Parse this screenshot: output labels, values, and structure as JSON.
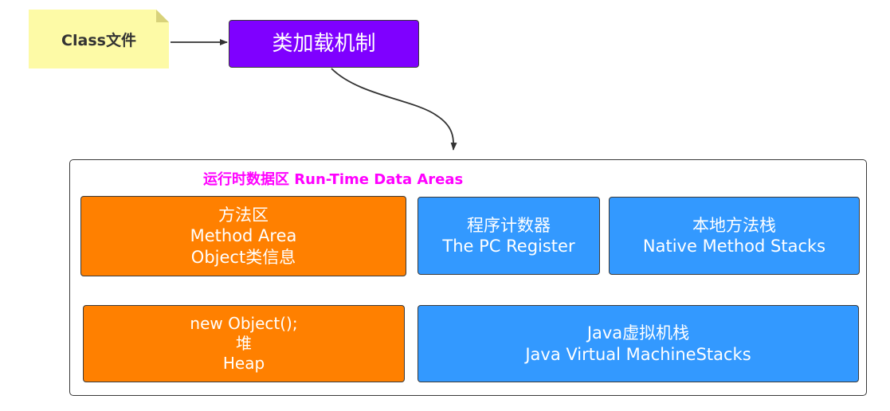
{
  "diagram": {
    "class_file": {
      "label": "Class文件",
      "color": "#fdfaa6"
    },
    "class_loader": {
      "label": "类加载机制",
      "color": "#7f00ff"
    },
    "runtime_area": {
      "title": "运行时数据区 Run-Time Data Areas",
      "title_color": "#ff00ff",
      "blocks": {
        "method_area": {
          "lines": [
            "方法区",
            "Method Area",
            "Object类信息"
          ],
          "color": "#ff8000"
        },
        "pc_register": {
          "lines": [
            "程序计数器",
            "The PC Register"
          ],
          "color": "#3399ff"
        },
        "native_stacks": {
          "lines": [
            "本地方法栈",
            "Native Method Stacks"
          ],
          "color": "#3399ff"
        },
        "heap": {
          "lines": [
            "new Object();",
            "堆",
            "Heap"
          ],
          "color": "#ff8000"
        },
        "jvm_stacks": {
          "lines": [
            "Java虚拟机栈",
            "Java Virtual MachineStacks"
          ],
          "color": "#3399ff"
        }
      }
    },
    "connections": [
      {
        "from": "class_file",
        "to": "class_loader"
      },
      {
        "from": "class_loader",
        "to": "runtime_area"
      },
      {
        "from": "heap",
        "to": "method_area"
      }
    ]
  }
}
